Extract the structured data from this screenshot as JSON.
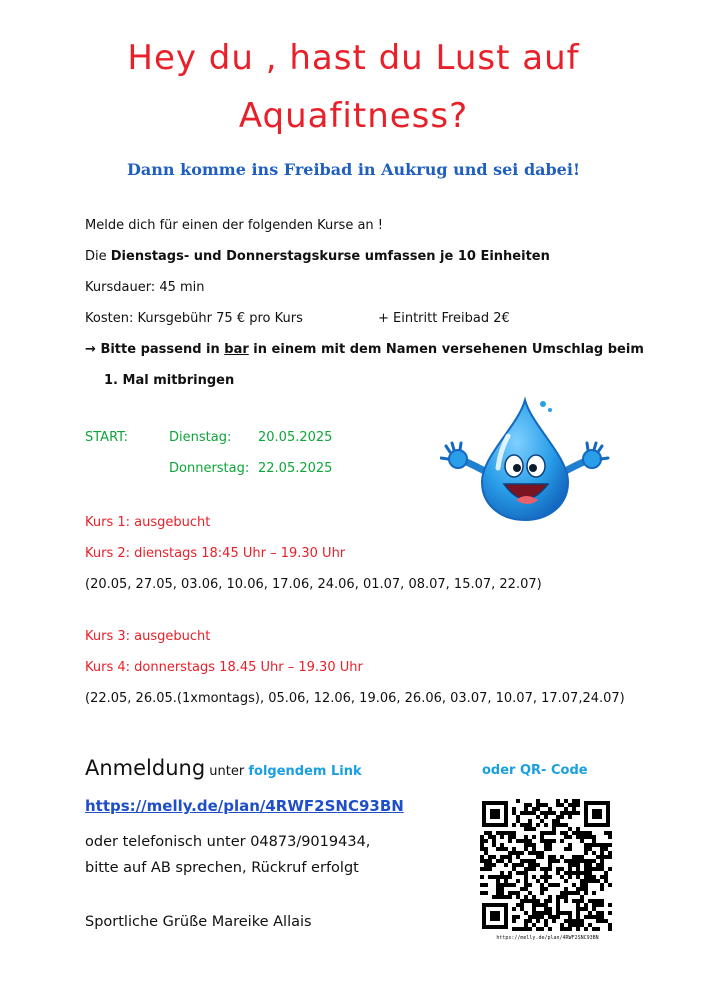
{
  "title_line1": "Hey du , hast du Lust auf",
  "title_line2": "Aquafitness?",
  "subtitle": "Dann komme ins Freibad in Aukrug und sei dabei!",
  "intro": "Melde dich für einen der folgenden Kurse an !",
  "courses_prefix": "Die ",
  "courses_bold": "Dienstags- und Donnerstagskurse umfassen je 10 Einheiten",
  "duration": "Kursdauer: 45 min",
  "cost_a": "Kosten: Kursgebühr 75 € pro Kurs",
  "cost_b": "+ Eintritt Freibad 2€",
  "payment_arrow": "→",
  "payment_a": "Bitte passend in ",
  "payment_bar": "bar",
  "payment_b": " in einem mit dem Namen versehenen Umschlag beim",
  "payment_line2": "1. Mal mitbringen",
  "start": {
    "label": "START:",
    "day1": "Dienstag:",
    "date1": "20.05.2025",
    "day2": "Donnerstag:",
    "date2": "22.05.2025"
  },
  "kurs1": "Kurs 1:  ausgebucht",
  "kurs2": "Kurs 2: dienstags 18:45 Uhr – 19.30 Uhr",
  "kurs2_dates": "(20.05, 27.05, 03.06, 10.06, 17.06, 24.06, 01.07, 08.07, 15.07, 22.07)",
  "kurs3": "Kurs 3: ausgebucht",
  "kurs4": "Kurs 4: donnerstags 18.45 Uhr – 19.30 Uhr",
  "kurs4_dates": "(22.05, 26.05.(1xmontags), 05.06, 12.06, 19.06, 26.06, 03.07, 10.07, 17.07,24.07)",
  "register_big": "Anmeldung",
  "register_unter": " unter ",
  "register_link_text": "folgendem Link",
  "qr_label": "oder QR- Code",
  "url": "https://melly.de/plan/4RWF2SNC93BN",
  "phone": "oder telefonisch unter 04873/9019434,",
  "callback": "bitte auf AB sprechen, Rückruf erfolgt",
  "greeting": "Sportliche Grüße Mareike Allais",
  "qr_caption": "https://melly.de/plan/4RWF2SNC93BN",
  "colors": {
    "title": "#e8202a",
    "subtitle": "#1f5fbf",
    "green": "#0fa53a",
    "blue": "#1aa0e0",
    "drop": "#2a9ee8"
  }
}
